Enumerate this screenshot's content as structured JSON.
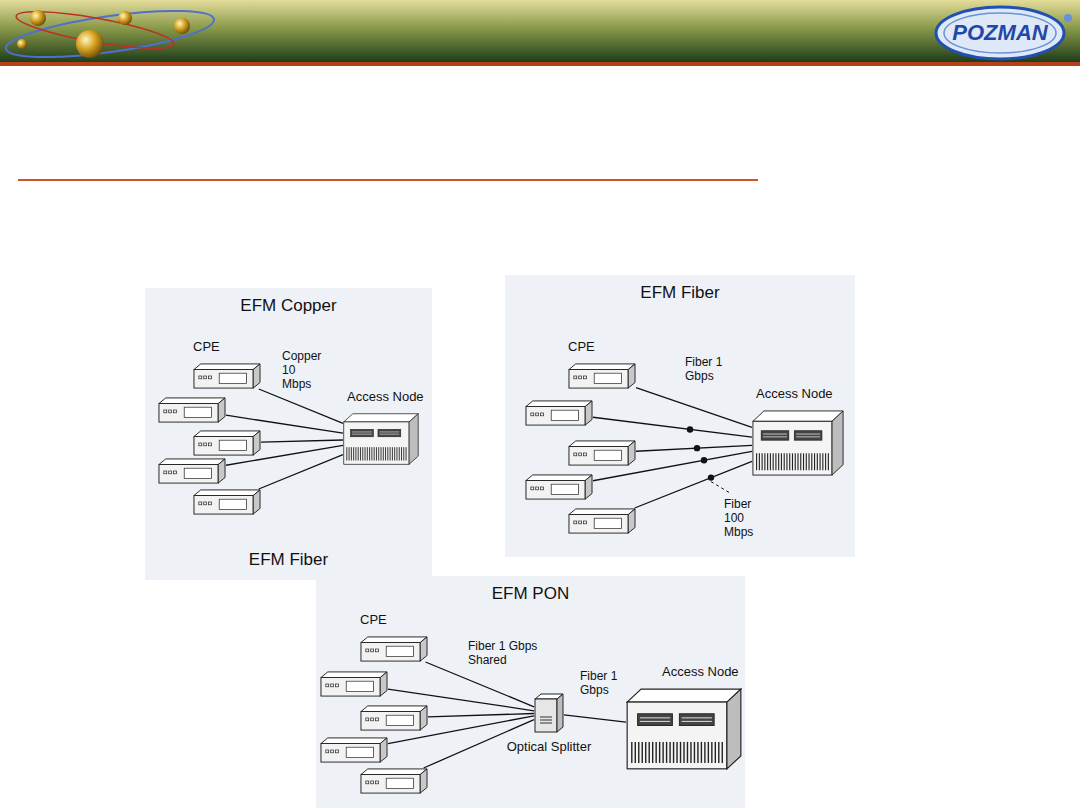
{
  "diagram": {
    "nodes": [
      {
        "text": [
          "EFM Copper",
          "EFM Fiber"
        ]
      },
      {
        "text": [
          "CPE"
        ],
        "in": 0
      },
      {
        "text": [],
        "in": 0
      },
      {
        "text": [],
        "in": 0
      },
      {
        "text": [],
        "in": 0
      },
      {
        "text": [],
        "in": 0
      },
      {
        "text": [
          "Access Node"
        ],
        "in": 0
      },
      {
        "text": [
          "EFM Fiber"
        ]
      },
      {
        "text": [
          "CPE"
        ],
        "in": 7
      },
      {
        "text": [],
        "in": 7
      },
      {
        "text": [],
        "in": 7
      },
      {
        "text": [],
        "in": 7
      },
      {
        "text": [],
        "in": 7
      },
      {
        "text": [
          "Access Node"
        ],
        "in": 7
      },
      {
        "text": [
          "EFM PON"
        ]
      },
      {
        "text": [
          "CPE"
        ],
        "in": 14
      },
      {
        "text": [],
        "in": 14
      },
      {
        "text": [],
        "in": 14
      },
      {
        "text": [],
        "in": 14
      },
      {
        "text": [],
        "in": 14
      },
      {
        "text": [
          "Optical Splitter"
        ],
        "in": 14
      },
      {
        "text": [
          "Access Node"
        ],
        "in": 14
      }
    ],
    "edges": [
      {
        "from": 1,
        "to": 6,
        "arrow": "none",
        "label": "Copper 10 Mbps"
      },
      {
        "from": 2,
        "to": 6,
        "arrow": "none"
      },
      {
        "from": 3,
        "to": 6,
        "arrow": "none"
      },
      {
        "from": 4,
        "to": 6,
        "arrow": "none"
      },
      {
        "from": 5,
        "to": 6,
        "arrow": "none"
      },
      {
        "from": 8,
        "to": 13,
        "arrow": "none",
        "label": "Fiber 1 Gbps"
      },
      {
        "from": 9,
        "to": 13,
        "arrow": "none"
      },
      {
        "from": 10,
        "to": 13,
        "arrow": "none"
      },
      {
        "from": 11,
        "to": 13,
        "arrow": "none"
      },
      {
        "from": 12,
        "to": 13,
        "arrow": "none"
      },
      {
        "from": 15,
        "to": 20,
        "arrow": "none",
        "label": "Fiber 1 Gbps Shared"
      },
      {
        "from": 16,
        "to": 20,
        "arrow": "none"
      },
      {
        "from": 17,
        "to": 20,
        "arrow": "none"
      },
      {
        "from": 18,
        "to": 20,
        "arrow": "none"
      },
      {
        "from": 19,
        "to": 20,
        "arrow": "none"
      },
      {
        "from": 20,
        "to": 21,
        "arrow": "none",
        "label": "Fiber 1 Gbps"
      }
    ],
    "labels": [
      "POZMAN",
      "Fiber 100 Mbps"
    ]
  }
}
